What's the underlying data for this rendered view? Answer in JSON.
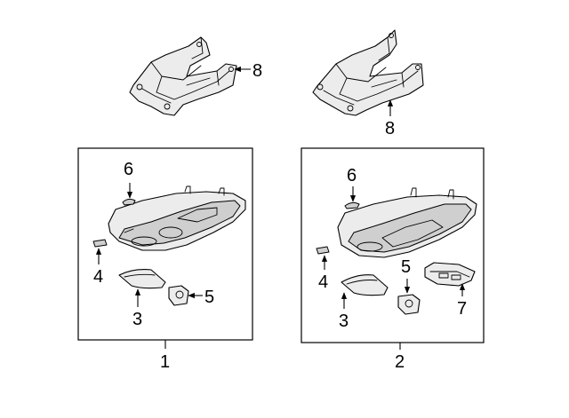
{
  "callouts": {
    "bracket_left": "8",
    "bracket_right": "8",
    "assembly_left": "1",
    "assembly_right": "2",
    "left_screw": "6",
    "left_bulb": "4",
    "left_lens": "3",
    "left_socket": "5",
    "right_screw": "6",
    "right_bulb": "4",
    "right_lens": "3",
    "right_socket": "5",
    "right_lamp": "7"
  },
  "colors": {
    "line": "#000000",
    "part_fill": "#ececec",
    "part_shade": "#cfcfcf",
    "background": "#ffffff"
  }
}
